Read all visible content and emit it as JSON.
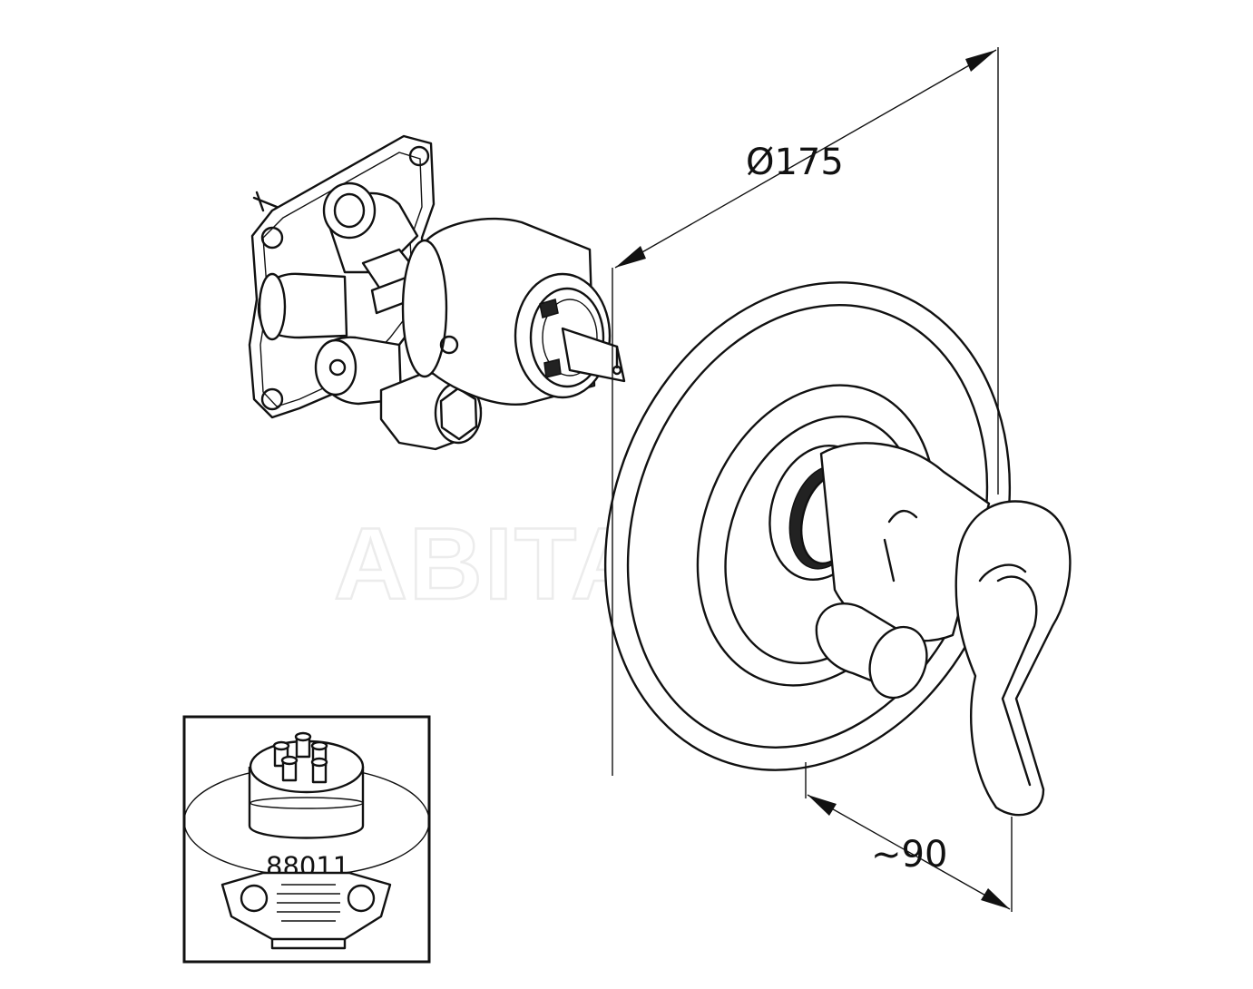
{
  "labels": {
    "diameter": "Ø175",
    "depth": "~90",
    "inset_part_number": "88011",
    "watermark": "ABITANT"
  },
  "colors": {
    "line": "#111111",
    "background": "#ffffff",
    "watermark": "#ececec"
  }
}
